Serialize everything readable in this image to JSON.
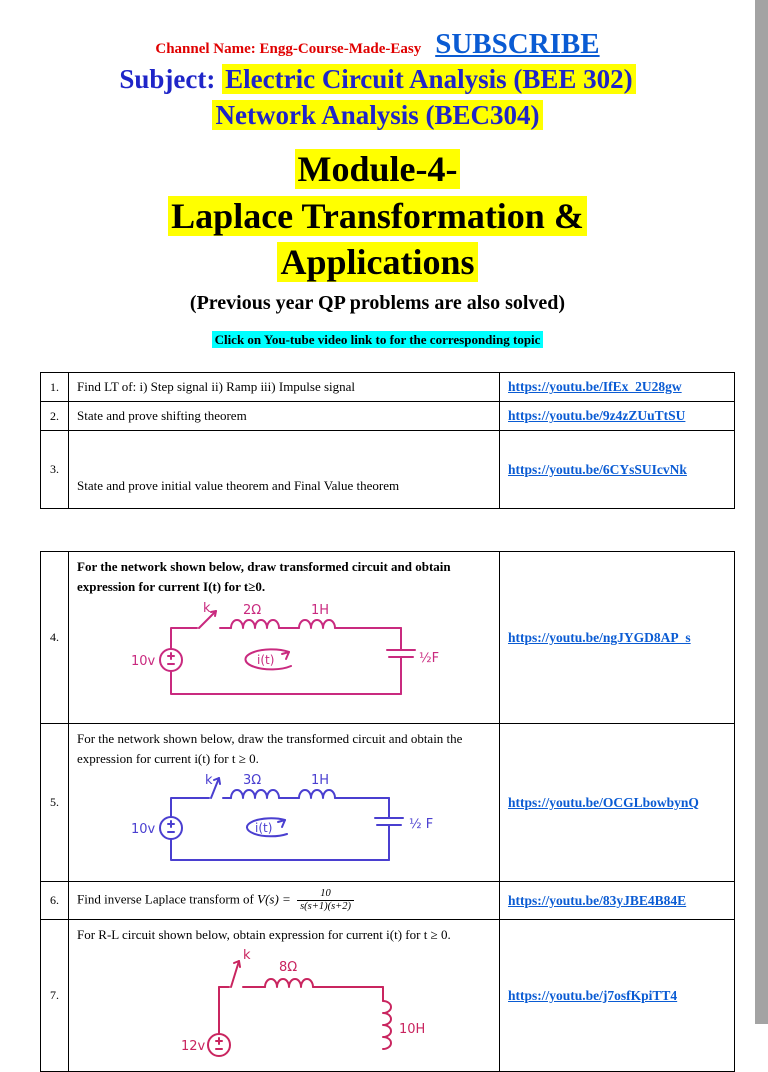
{
  "colors": {
    "highlight_yellow": "#ffff00",
    "highlight_cyan": "#00ffff",
    "link_blue": "#0a5bd3",
    "heading_blue": "#1f25c8",
    "channel_red": "#e00000",
    "circuit_pink": "#c92a7f",
    "circuit_blue": "#4a3fd0",
    "circuit_crimson": "#c9255f"
  },
  "header": {
    "channel_label": "Channel Name: Engg-Course-Made-Easy",
    "subscribe_label": "SUBSCRIBE",
    "subject_prefix": "Subject:",
    "subject_course1": "Electric Circuit Analysis (BEE 302)",
    "subject_course2": "Network Analysis (BEC304)",
    "module_line1": "Module-4-",
    "module_line2": "Laplace Transformation &",
    "module_line3": "Applications",
    "subtitle": "(Previous year QP problems are also solved)",
    "note": "Click on You-tube video link to for the corresponding topic"
  },
  "table1": {
    "rows": [
      {
        "num": "1.",
        "question": "Find LT of: i) Step signal ii) Ramp iii) Impulse signal",
        "link": "https://youtu.be/IfEx_2U28gw"
      },
      {
        "num": "2.",
        "question": "State and prove shifting theorem",
        "link": "https://youtu.be/9z4zZUuTtSU"
      },
      {
        "num": "3.",
        "question": "State and prove initial value theorem and Final Value theorem",
        "link": "https://youtu.be/6CYsSUIcvNk"
      }
    ]
  },
  "table2": {
    "rows": [
      {
        "num": "4.",
        "question_line1": "For the network shown below, draw transformed circuit and obtain",
        "question_line2": "expression for current I(t) for t≥0.",
        "link": "https://youtu.be/ngJYGD8AP_s",
        "labels": {
          "source": "10v",
          "switch": "k",
          "r": "2Ω",
          "l": "1H",
          "c": "½F",
          "i": "i(t)"
        }
      },
      {
        "num": "5.",
        "question_line1": "For the network shown below, draw the transformed circuit and obtain the",
        "question_line2": "expression for current i(t) for t ≥ 0.",
        "link": "https://youtu.be/OCGLbowbynQ",
        "labels": {
          "source": "10v",
          "switch": "k",
          "r": "3Ω",
          "l": "1H",
          "c": "½ F",
          "i": "i(t)"
        }
      },
      {
        "num": "6.",
        "question_prefix": "Find inverse Laplace transform of",
        "math_lhs": "V(s) =",
        "frac_num": "10",
        "frac_den": "s(s+1)(s+2)",
        "link": "https://youtu.be/83yJBE4B84E"
      },
      {
        "num": "7.",
        "question_line1": "For R-L circuit shown below, obtain expression for current i(t) for t ≥ 0.",
        "link": "https://youtu.be/j7osfKpiTT4",
        "labels": {
          "source": "12v",
          "switch": "k",
          "r": "8Ω",
          "l": "10H"
        }
      }
    ]
  }
}
